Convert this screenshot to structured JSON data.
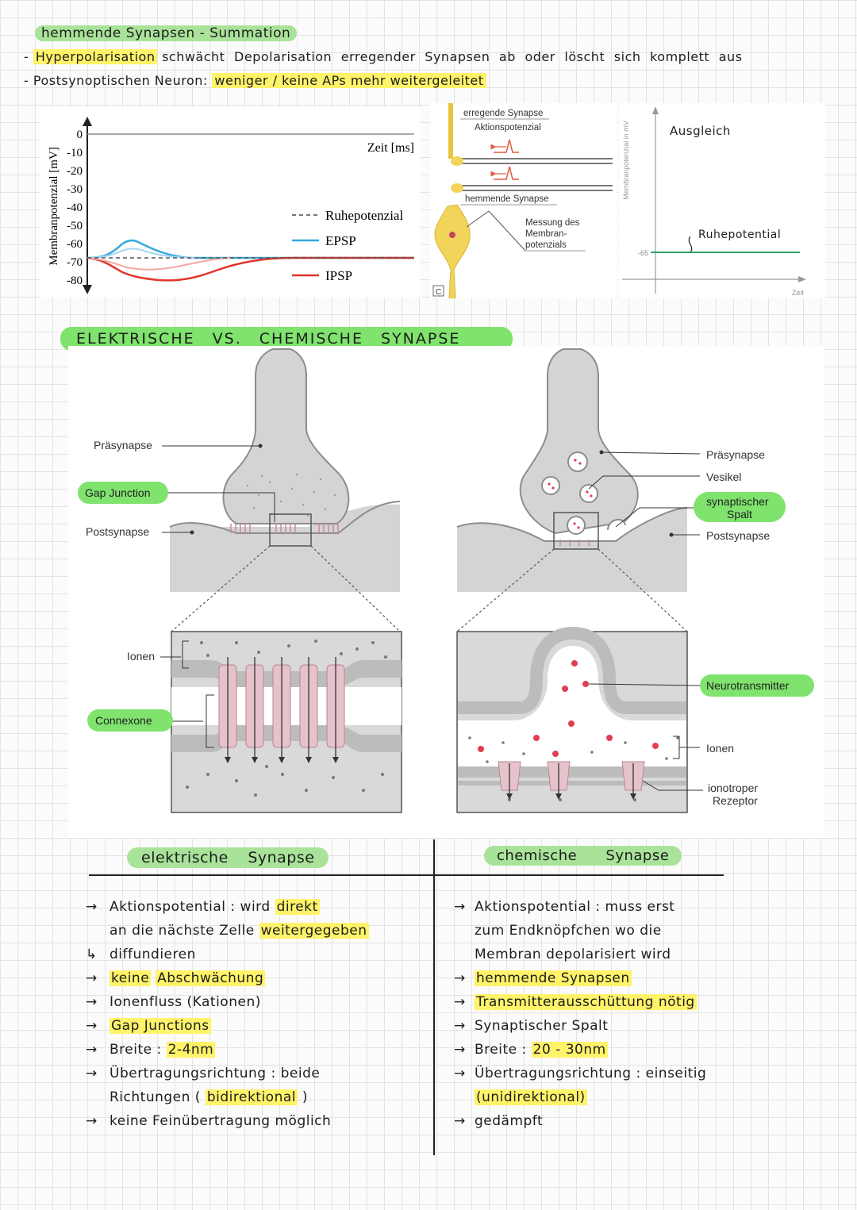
{
  "header": {
    "title": "hemmende Synapsen - Summation",
    "line1_prefix": "-",
    "line1_hl": "Hyperpolarisation",
    "line1_rest": "schwächt Depolarisation erregender Synapsen ab oder löscht sich komplett aus",
    "line2_prefix": "-",
    "line2_label": "Postsynoptischen Neuron:",
    "line2_hl": "weniger / keine APs mehr weitergeleitet"
  },
  "graph1": {
    "ylabel": "Membranpotenzial [mV]",
    "xlabel": "Zeit [ms]",
    "yticks": [
      "0",
      "-10",
      "-20",
      "-30",
      "-40",
      "-50",
      "-60",
      "-70",
      "-80"
    ],
    "legend": [
      "Ruhepotenzial",
      "EPSP",
      "IPSP"
    ]
  },
  "diagram2": {
    "label_excitatory": "erregende Synapse",
    "label_ap": "Aktionspotenzial",
    "label_inhibitory": "hemmende Synapse",
    "label_measure_1": "Messung des",
    "label_measure_2": "Membran-",
    "label_measure_3": "potenzials",
    "corner": "C"
  },
  "graph3": {
    "ylabel": "Membranpotenzial in mV",
    "title": "Ausgleich",
    "annotation": "Ruhepotential",
    "ytick": "-65",
    "xlabel": "Zeit"
  },
  "section2": {
    "title": "ELEKTRISCHE VS. CHEMISCHE SYNAPSE"
  },
  "synapse_diagram": {
    "left": {
      "praesynapse": "Präsynapse",
      "gap_junction": "Gap Junction",
      "postsynapse": "Postsynapse",
      "ionen": "Ionen",
      "connexone": "Connexone"
    },
    "right": {
      "praesynapse": "Präsynapse",
      "vesikel": "Vesikel",
      "spalt_1": "synaptischer",
      "spalt_2": "Spalt",
      "postsynapse": "Postsynapse",
      "neurotransmitter": "Neurotransmitter",
      "ionen": "Ionen",
      "rezeptor_1": "ionotroper",
      "rezeptor_2": "Rezeptor"
    }
  },
  "table": {
    "left_header": "elektrische Synapse",
    "right_header": "chemische Synapse",
    "left": [
      {
        "arrow": "→",
        "parts": [
          {
            "t": "Aktionspotential : wird "
          },
          {
            "t": "direkt",
            "hl": true
          }
        ]
      },
      {
        "arrow": "",
        "parts": [
          {
            "t": "an die nächste Zelle "
          },
          {
            "t": "weitergegeben",
            "hl": true
          }
        ]
      },
      {
        "arrow": "↳",
        "parts": [
          {
            "t": "diffundieren"
          }
        ]
      },
      {
        "arrow": "→",
        "parts": [
          {
            "t": "keine",
            "hl": true
          },
          {
            "t": " "
          },
          {
            "t": "Abschwächung",
            "hl": true
          }
        ]
      },
      {
        "arrow": "→",
        "parts": [
          {
            "t": "Ionenfluss (Kationen)"
          }
        ]
      },
      {
        "arrow": "→",
        "parts": [
          {
            "t": "Gap Junctions",
            "hl": true
          }
        ]
      },
      {
        "arrow": "→",
        "parts": [
          {
            "t": "Breite : "
          },
          {
            "t": "2-4nm",
            "hl": true
          }
        ]
      },
      {
        "arrow": "→",
        "parts": [
          {
            "t": "Übertragungsrichtung : beide"
          }
        ]
      },
      {
        "arrow": "",
        "parts": [
          {
            "t": "Richtungen ( "
          },
          {
            "t": "bidirektional",
            "hl": true
          },
          {
            "t": " )"
          }
        ]
      },
      {
        "arrow": "→",
        "parts": [
          {
            "t": "keine Feinübertragung möglich"
          }
        ]
      }
    ],
    "right": [
      {
        "arrow": "→",
        "parts": [
          {
            "t": "Aktionspotential : muss erst"
          }
        ]
      },
      {
        "arrow": "",
        "parts": [
          {
            "t": "zum Endknöpfchen wo die"
          }
        ]
      },
      {
        "arrow": "",
        "parts": [
          {
            "t": "Membran depolarisiert wird"
          }
        ]
      },
      {
        "arrow": "→",
        "parts": [
          {
            "t": "hemmende Synapsen",
            "hl": true
          }
        ]
      },
      {
        "arrow": "→",
        "parts": [
          {
            "t": "Transmitterausschüttung nötig",
            "hl": true
          }
        ]
      },
      {
        "arrow": "→",
        "parts": [
          {
            "t": "Synaptischer Spalt"
          }
        ]
      },
      {
        "arrow": "→",
        "parts": [
          {
            "t": "Breite : "
          },
          {
            "t": "20 - 30nm",
            "hl": true
          }
        ]
      },
      {
        "arrow": "→",
        "parts": [
          {
            "t": "Übertragungsrichtung : einseitig"
          }
        ]
      },
      {
        "arrow": "",
        "parts": [
          {
            "t": "(unidirektional)",
            "hl": true
          }
        ]
      },
      {
        "arrow": "→",
        "parts": [
          {
            "t": "gedämpft"
          }
        ]
      }
    ]
  },
  "colors": {
    "green_highlight": "#a9e39a",
    "bright_green": "#7fe36d",
    "yellow_highlight": "#fff36a",
    "epsp": "#37a9e0",
    "ipsp": "#e0362c",
    "membrane_gray": "#b8b8b8",
    "neurotransmitter": "#e03e52"
  }
}
